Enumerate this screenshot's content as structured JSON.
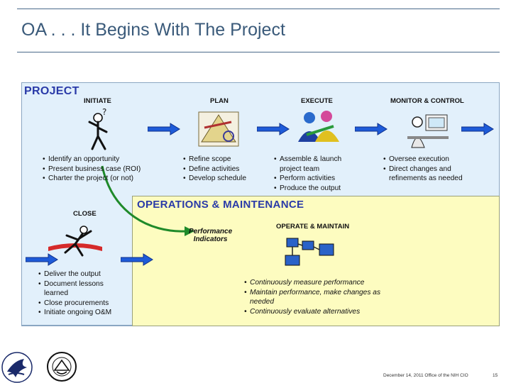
{
  "slide": {
    "title": "OA . . . It Begins With The Project",
    "footer_text": "December 14, 2011 Office of the NIH CIO",
    "page_number": "15"
  },
  "diagram": {
    "project_label": "PROJECT",
    "om_label": "OPERATIONS & MAINTENANCE",
    "phases": [
      {
        "name": "INITIATE",
        "items": [
          "Identify an opportunity",
          "Present business case (ROI)",
          "Charter the project (or not)"
        ]
      },
      {
        "name": "PLAN",
        "items": [
          "Refine scope",
          "Define activities",
          "Develop schedule"
        ]
      },
      {
        "name": "EXECUTE",
        "items": [
          "Assemble & launch project team",
          "Perform activities",
          "Produce the output"
        ]
      },
      {
        "name": "MONITOR & CONTROL",
        "items": [
          "Oversee execution",
          "Direct changes and refinements as needed"
        ]
      },
      {
        "name": "CLOSE",
        "items": [
          "Deliver the output",
          "Document lessons learned",
          "Close procurements",
          "Initiate ongoing O&M"
        ]
      }
    ],
    "operate": {
      "name": "OPERATE & MAINTAIN",
      "items": [
        "Continuously measure performance",
        "Maintain performance, make changes as needed",
        "Continuously evaluate alternatives"
      ]
    },
    "performance_indicators": [
      "Performance",
      "Indicators"
    ],
    "colors": {
      "project_bg": "#e2f0fb",
      "om_bg": "#fdfcc0",
      "header_text": "#2a3aa8",
      "arrow_blue": "#1e5bd8",
      "curve_green": "#1f8a2a"
    }
  }
}
